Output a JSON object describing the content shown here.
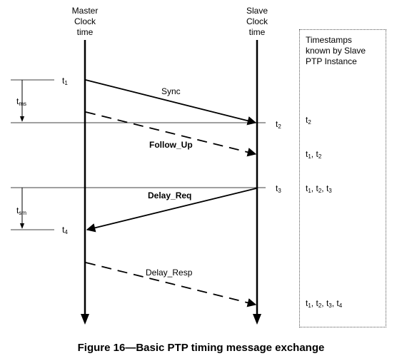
{
  "master_header": [
    "Master",
    "Clock",
    "time"
  ],
  "slave_header": [
    "Slave",
    "Clock",
    "time"
  ],
  "box_title": [
    "Timestamps",
    "known  by Slave",
    "PTP Instance"
  ],
  "messages": {
    "sync": "Sync",
    "follow_up": "Follow_Up",
    "delay_req": "Delay_Req",
    "delay_resp": "Delay_Resp"
  },
  "master_times": {
    "t1": {
      "base": "t",
      "sub": "1"
    },
    "t4": {
      "base": "t",
      "sub": "4"
    }
  },
  "slave_times": {
    "t2": {
      "base": "t",
      "sub": "2"
    },
    "t3": {
      "base": "t",
      "sub": "3"
    }
  },
  "intervals": {
    "tms": {
      "base": "t",
      "sub": "ms"
    },
    "tsm": {
      "base": "t",
      "sub": "sm"
    }
  },
  "known_rows": [
    [
      {
        "base": "t",
        "sub": "2"
      }
    ],
    [
      {
        "base": "t",
        "sub": "1"
      },
      {
        "base": "t",
        "sub": "2"
      }
    ],
    [
      {
        "base": "t",
        "sub": "1"
      },
      {
        "base": "t",
        "sub": "2"
      },
      {
        "base": "t",
        "sub": "3"
      }
    ],
    [
      {
        "base": "t",
        "sub": "1"
      },
      {
        "base": "t",
        "sub": "2"
      },
      {
        "base": "t",
        "sub": "3"
      },
      {
        "base": "t",
        "sub": "4"
      }
    ]
  ],
  "caption": "Figure 16—Basic PTP timing message exchange"
}
